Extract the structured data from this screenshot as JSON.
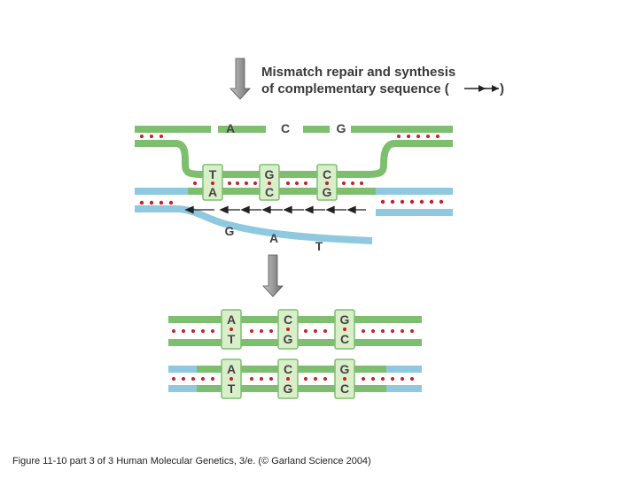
{
  "header": {
    "line1": "Mismatch repair and synthesis",
    "line2": "of complementary sequence ("
  },
  "top": {
    "template_bases": [
      "A",
      "C",
      "G"
    ],
    "pairs": [
      [
        "T",
        "A"
      ],
      [
        "G",
        "C"
      ],
      [
        "C",
        "G"
      ]
    ],
    "displaced_bases": [
      "G",
      "A",
      "T"
    ]
  },
  "result": {
    "duplex1_pairs": [
      [
        "A",
        "T"
      ],
      [
        "C",
        "G"
      ],
      [
        "G",
        "C"
      ]
    ],
    "duplex2_pairs": [
      [
        "A",
        "T"
      ],
      [
        "C",
        "G"
      ],
      [
        "G",
        "C"
      ]
    ]
  },
  "caption": "Figure 11-10 part 3 of 3 Human Molecular Genetics, 3/e. (© Garland Science 2004)",
  "colors": {
    "green_strand": "#7dbf6f",
    "blue_strand": "#8ec9e0",
    "dot_red": "#c8202a",
    "box_fill": "#d9efc9",
    "box_stroke": "#7dbf6f",
    "arrow_gray": "#8c8c8c"
  }
}
